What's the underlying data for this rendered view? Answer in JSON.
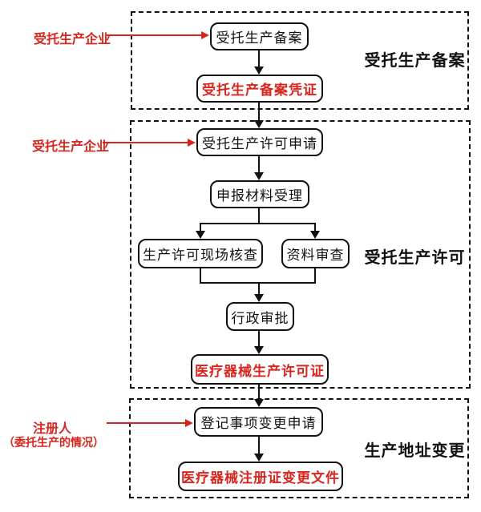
{
  "colors": {
    "ink": "#111111",
    "red": "#d9251d"
  },
  "sections": {
    "filing": {
      "label": "受托生产备案"
    },
    "license": {
      "label": "受托生产许可"
    },
    "address_change": {
      "label": "生产地址变更"
    }
  },
  "actors": {
    "filing_actor": "受托生产企业",
    "license_actor": "受托生产企业",
    "change_actor": "注册人",
    "change_actor_note": "（委托生产的情况）"
  },
  "nodes": {
    "filing": "受托生产备案",
    "filing_cert": "受托生产备案凭证",
    "license_apply": "受托生产许可申请",
    "material_accept": "申报材料受理",
    "onsite_check": "生产许可现场核查",
    "doc_review": "资料审查",
    "admin_approval": "行政审批",
    "production_license": "医疗器械生产许可证",
    "change_apply": "登记事项变更申请",
    "change_doc": "医疗器械注册证变更文件"
  }
}
